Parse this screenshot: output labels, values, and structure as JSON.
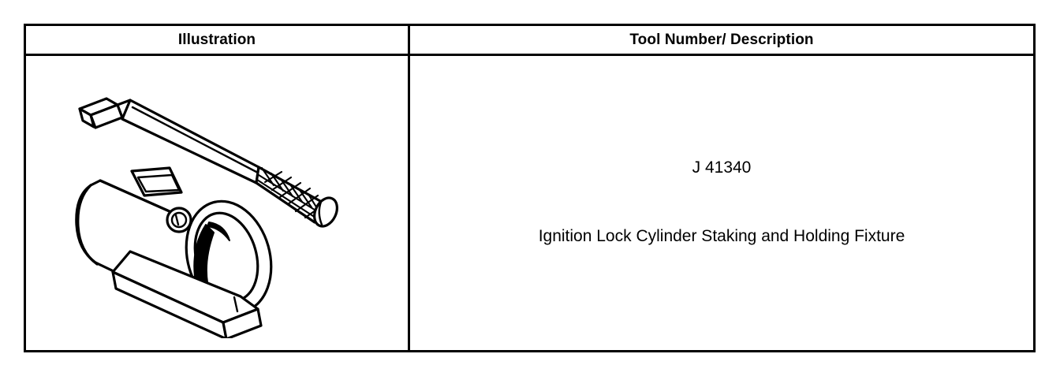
{
  "table": {
    "headers": [
      {
        "label": "Illustration",
        "name": "column-header-illustration"
      },
      {
        "label": "Tool Number/ Description",
        "name": "column-header-tool-number-description"
      }
    ],
    "rows": [
      {
        "illustration": {
          "icon_name": "ignition-lock-cylinder-staking-fixture-illustration",
          "parts": [
            "staking punch with knurled handle",
            "cylindrical holding fixture with mounting base"
          ]
        },
        "tool_number": "J 41340",
        "description": "Ignition Lock Cylinder Staking and Holding Fixture"
      }
    ]
  },
  "colors": {
    "border": "#000000",
    "background": "#ffffff",
    "text": "#000000",
    "line_art": "#000000"
  }
}
